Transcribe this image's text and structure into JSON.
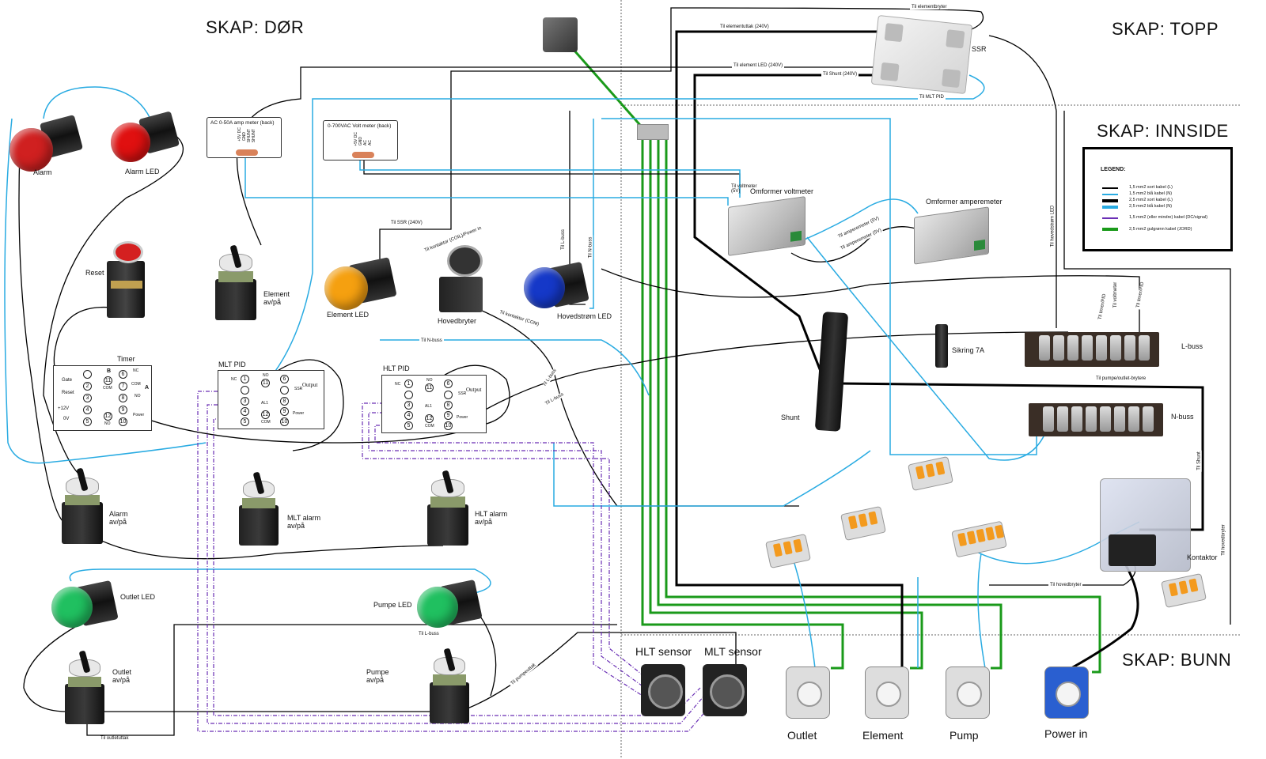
{
  "sections": {
    "door": "SKAP: DØR",
    "top": "SKAP: TOPP",
    "inside": "SKAP: INNSIDE",
    "bottom": "SKAP: BUNN"
  },
  "components": {
    "alarm": "Alarm",
    "alarm_led": "Alarm LED",
    "reset": "Reset",
    "element_switch": "Element\nav/på",
    "amp_meter": "AC 0-50A amp meter (back)",
    "amp_meter_pins": [
      "+5V DC",
      "GND",
      "SHUNT",
      "SHUNT"
    ],
    "volt_meter": "0-700VAC Volt meter (back)",
    "volt_meter_pins": [
      "+5V DC",
      "GND",
      "AC",
      "AC"
    ],
    "element_led": "Element LED",
    "main_switch": "Hovedbryter",
    "main_power_led": "Hovedstrøm LED",
    "timer": "Timer",
    "mlt_pid": "MLT PID",
    "hlt_pid": "HLT PID",
    "alarm_switch": "Alarm\nav/på",
    "mlt_alarm_switch": "MLT alarm\nav/på",
    "hlt_alarm_switch": "HLT alarm\nav/på",
    "outlet_led": "Outlet LED",
    "pump_led": "Pumpe LED",
    "outlet_switch": "Outlet\nav/på",
    "pump_switch": "Pumpe\nav/på",
    "ssr": "SSR",
    "volt_converter": "Omformer voltmeter",
    "amp_converter": "Omformer amperemeter",
    "shunt": "Shunt",
    "fuse": "Sikring 7A",
    "l_bus": "L-buss",
    "n_bus": "N-buss",
    "contactor": "Kontaktor",
    "hlt_sensor": "HLT sensor",
    "mlt_sensor": "MLT sensor",
    "outlet": "Outlet",
    "element": "Element",
    "pump": "Pump",
    "power_in": "Power in"
  },
  "timer_pins": {
    "gate": "Gate",
    "reset": "Reset",
    "v12": "+12V",
    "v0": "0V",
    "b": "B",
    "com": "COM",
    "no_bottom": "NO",
    "nc": "NC",
    "com_a": "COM",
    "no": "NO",
    "a": "A",
    "power": "Power",
    "numbers": [
      "2",
      "3",
      "4",
      "5",
      "11",
      "12",
      "6",
      "7",
      "8",
      "9",
      "10"
    ]
  },
  "pid_pins": {
    "nc": "NC",
    "no": "NO",
    "ssr": "SSR",
    "output": "Output",
    "al1": "AL1",
    "com": "COM",
    "power": "Power",
    "numbers": [
      "1",
      "3",
      "4",
      "5",
      "11",
      "12",
      "6",
      "8",
      "9",
      "10"
    ]
  },
  "wire_labels": {
    "elementbryter": "Til elementbryter",
    "elementuttak": "Til elementuttak (240V)",
    "element_led": "Til element LED (240V)",
    "shunt_240": "Til Shunt (240V)",
    "mlt_pid": "Til MLT PID",
    "voltmeter": "Til voltmeter\n(5V)",
    "amperemeter_1": "Til amperemeter (5V)",
    "amperemeter_2": "Til amperemeter (5V)",
    "hovedstrom_led": "Til hovedstrøm LED",
    "timer_pid_1": "Til timer/PID",
    "voltmeter_bus": "Til voltmeter",
    "timer_pid_2": "Til timer/PID",
    "pumpe_outlet": "Til pumpe/outlet-brytere",
    "ssr": "Til SSR (240V)",
    "kontaktor_coil": "Til kontaktor (COIL)/Power in",
    "kontaktor_com": "Til kontaktor (COM)",
    "l_buss_1": "Til L-buss",
    "n_buss_1": "Til N-buss",
    "n_buss_2": "Til N-buss",
    "l_buss_2": "Til L-buss",
    "l_buss_3": "Til L-buss",
    "l_buss_4": "Til L-buss",
    "shunt": "Til Shunt",
    "hovedbryter_1": "Til hovedbryter",
    "hovedbryter_2": "Til hovedbryter",
    "pumpeuttak": "Til pumpeuttak",
    "outletuttak": "Til outletuttak"
  },
  "legend": {
    "title": "LEGEND:",
    "items": [
      {
        "label": "1,5 mm2 sort kabel (L)",
        "color": "#000000"
      },
      {
        "label": "1,5 mm2 blå kabel (N)",
        "color": "#29abe2"
      },
      {
        "label": "2,5 mm2 sort kabel (L)",
        "color": "#000000"
      },
      {
        "label": "2,5 mm2 blå kabel (N)",
        "color": "#29abe2"
      },
      {
        "label": "1,5 mm2 (eller mindre) kabel (DC/signal)",
        "color": "#6a2fb5"
      },
      {
        "label": "2,5 mm2 gulgrønn kabel (JORD)",
        "color": "#1a9a1a"
      }
    ]
  }
}
